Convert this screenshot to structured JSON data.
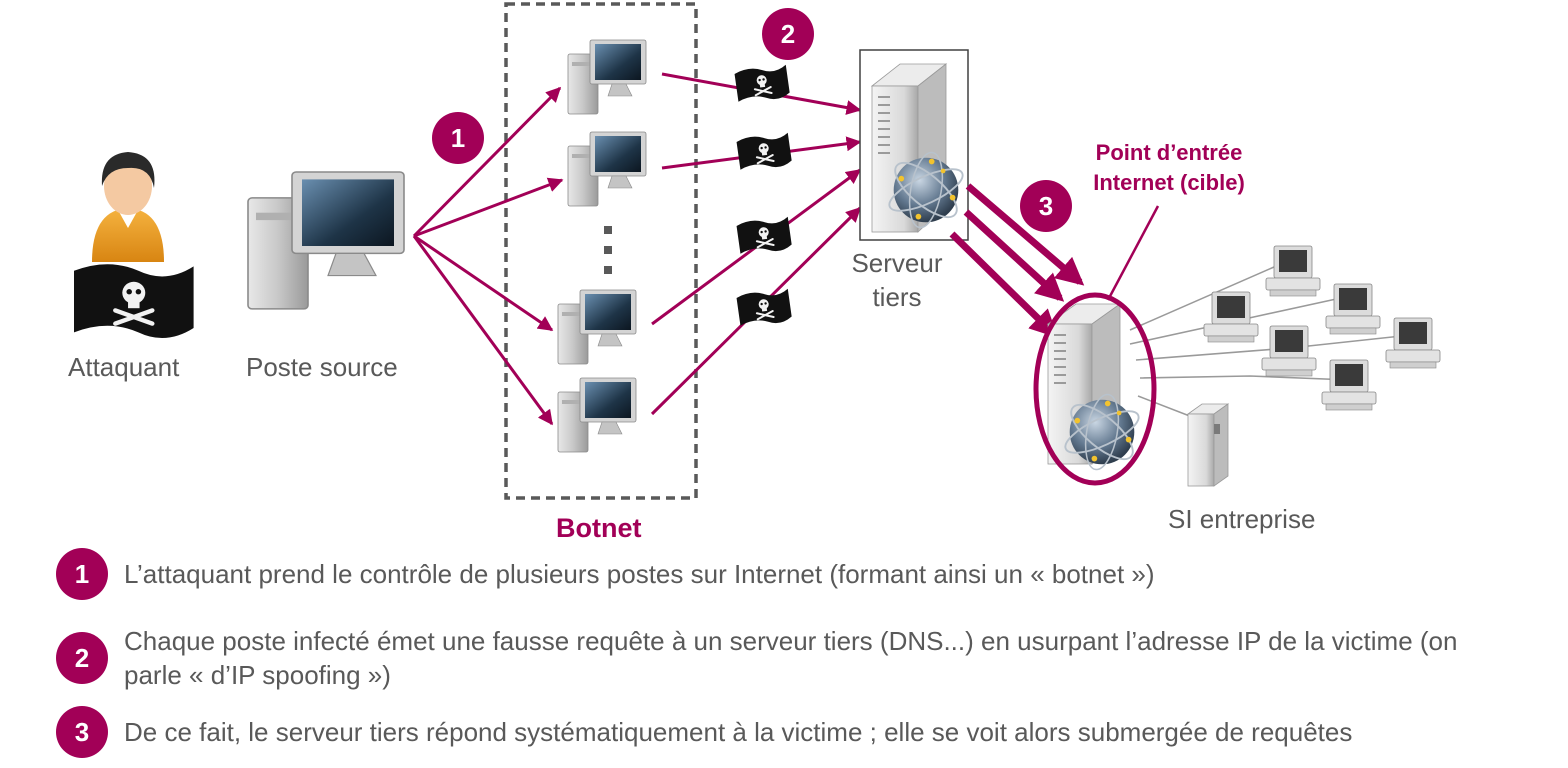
{
  "labels": {
    "attacker": "Attaquant",
    "source": "Poste source",
    "botnet": "Botnet",
    "third_party_server": "Serveur\ntiers",
    "target_callout": "Point d’entrée\nInternet (cible)",
    "enterprise": "SI entreprise"
  },
  "badges": [
    "1",
    "2",
    "3"
  ],
  "steps": [
    {
      "num": "1",
      "text": "L’attaquant prend le contrôle de plusieurs postes sur Internet (formant ainsi un « botnet »)"
    },
    {
      "num": "2",
      "text": "Chaque poste infecté émet une fausse requête à un serveur tiers (DNS...) en usurpant l’adresse IP de la victime (on parle « d’IP spoofing »)"
    },
    {
      "num": "3",
      "text": "De ce fait, le serveur tiers répond systématiquement à la victime ; elle se voit alors submergée de requêtes"
    }
  ],
  "colors": {
    "accent": "#a20057",
    "text": "#595959",
    "pirate_flag": "#111111"
  },
  "icons": [
    "attacker-person-icon",
    "pirate-flag-icon",
    "desktop-computer-icon",
    "server-tower-icon",
    "globe-network-icon"
  ]
}
